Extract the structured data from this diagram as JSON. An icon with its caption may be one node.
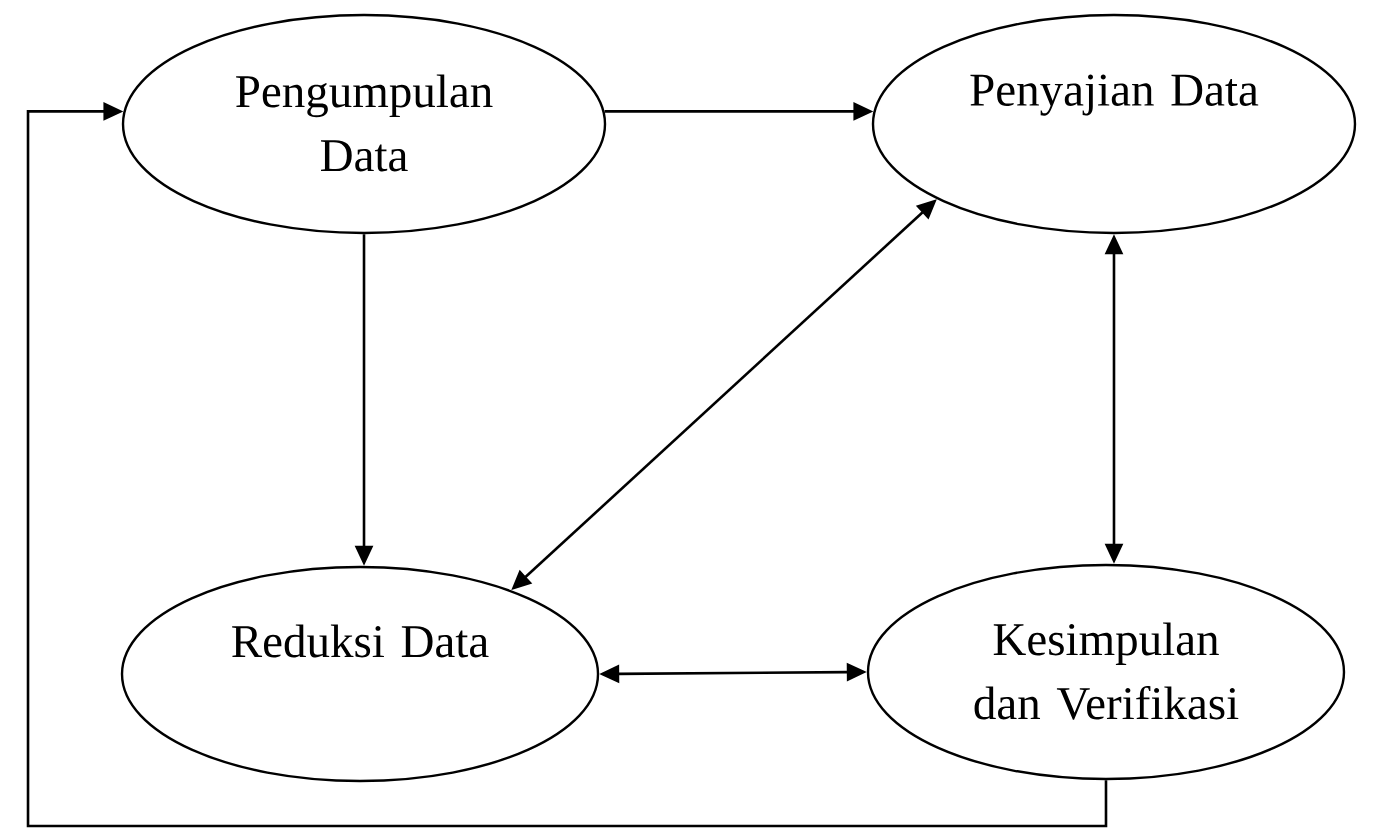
{
  "diagram": {
    "nodes": [
      {
        "text": [
          "Pengumpulan Data"
        ]
      },
      {
        "text": [
          "Penyajian Data"
        ]
      },
      {
        "text": [
          "Reduksi Data"
        ]
      },
      {
        "text": [
          "Kesimpulan dan Verifikasi"
        ]
      }
    ],
    "edges": [
      {
        "from": 0,
        "to": 1,
        "arrow": "to"
      },
      {
        "from": 0,
        "to": 2,
        "arrow": "to"
      },
      {
        "from": 1,
        "to": 2,
        "arrow": "both"
      },
      {
        "from": 1,
        "to": 3,
        "arrow": "both"
      },
      {
        "from": 2,
        "to": 3,
        "arrow": "both"
      },
      {
        "from": 3,
        "to": 0,
        "arrow": "to"
      }
    ]
  }
}
